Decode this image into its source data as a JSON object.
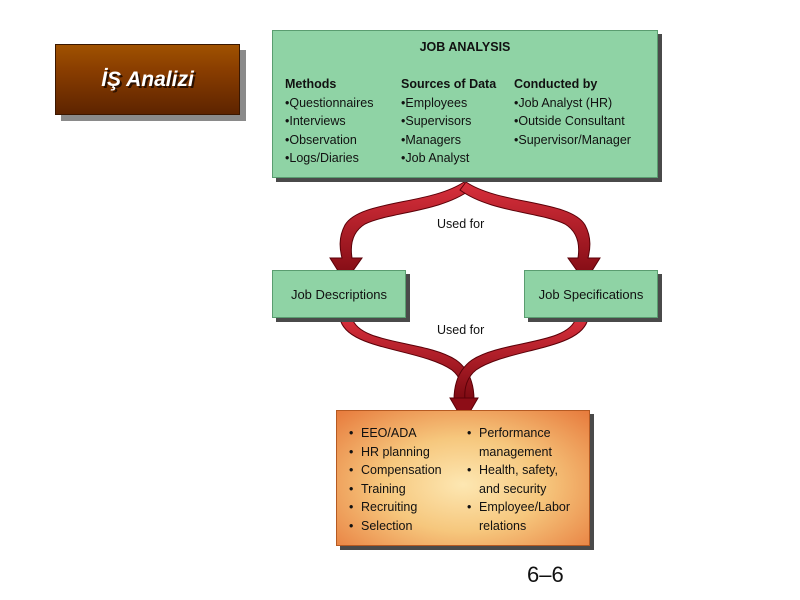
{
  "slide_title": "İŞ Analizi",
  "job_analysis": {
    "title": "JOB ANALYSIS",
    "columns": [
      {
        "header": "Methods",
        "items": [
          "•Questionnaires",
          "•Interviews",
          "•Observation",
          "•Logs/Diaries"
        ]
      },
      {
        "header": "Sources of Data",
        "items": [
          "•Employees",
          "•Supervisors",
          "•Managers",
          "•Job Analyst"
        ]
      },
      {
        "header": "Conducted by",
        "items": [
          "•Job Analyst (HR)",
          "•Outside Consultant",
          "•Supervisor/Manager"
        ]
      }
    ]
  },
  "used_for_1": "Used for",
  "used_for_2": "Used for",
  "job_descriptions": "Job Descriptions",
  "job_specifications": "Job Specifications",
  "uses": {
    "left": [
      "EEO/ADA",
      "HR planning",
      "Compensation",
      "Training",
      "Recruiting",
      "Selection"
    ],
    "right": [
      "Performance",
      "management",
      "Health, safety,",
      "and security",
      "Employee/Labor",
      "relations"
    ],
    "right_bullets": [
      true,
      false,
      true,
      false,
      true,
      false
    ]
  },
  "page_number": "6–6",
  "colors": {
    "arrow": "#a8101c",
    "green_box": "#8fd3a5",
    "title_box": "#8a3e00"
  }
}
